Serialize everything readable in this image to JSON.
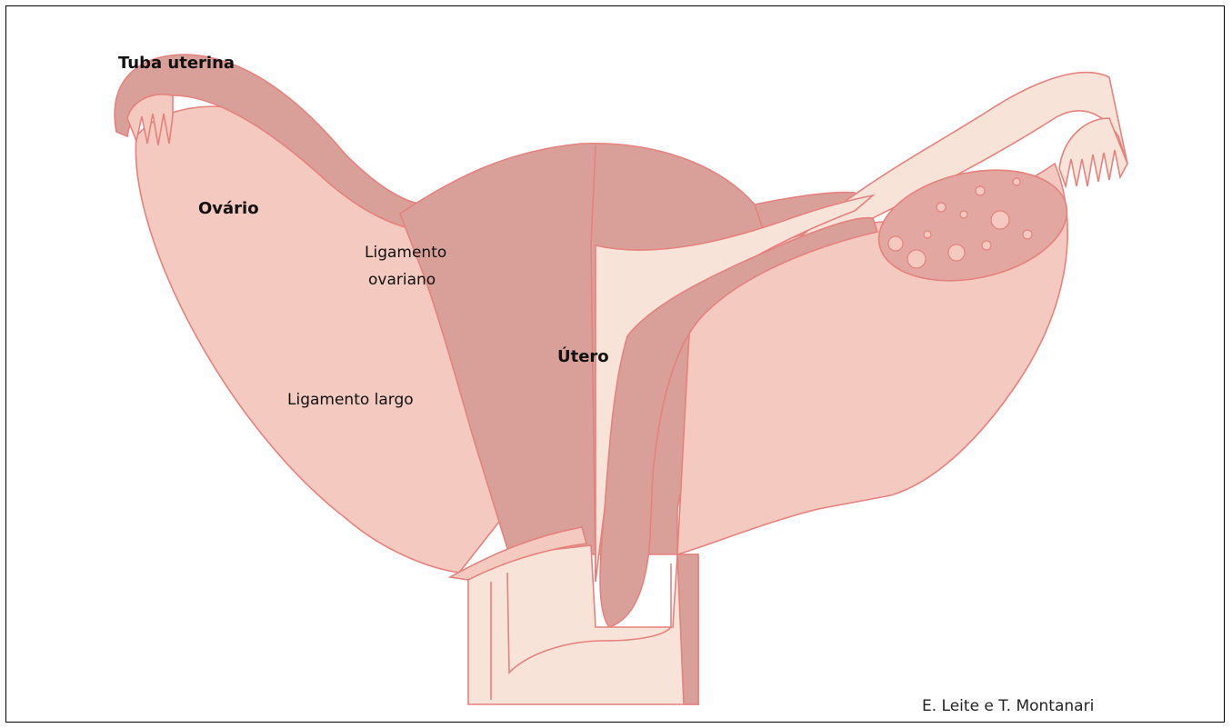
{
  "figure": {
    "labels": {
      "tuba": "Tuba uterina",
      "ovario": "Ovário",
      "lig_ovariano_1": "Ligamento",
      "lig_ovariano_2": "ovariano",
      "utero": "Útero",
      "lig_largo": "Ligamento largo"
    },
    "credit": "E. Leite e T. Montanari"
  },
  "colors": {
    "outline": "#e6817d",
    "dark_tissue": "#d9a09a",
    "mid_tissue": "#eebcb4",
    "light_tissue": "#f4c9c0",
    "pale_tissue": "#f8e3d8",
    "ovary": "#e1a7a0"
  }
}
